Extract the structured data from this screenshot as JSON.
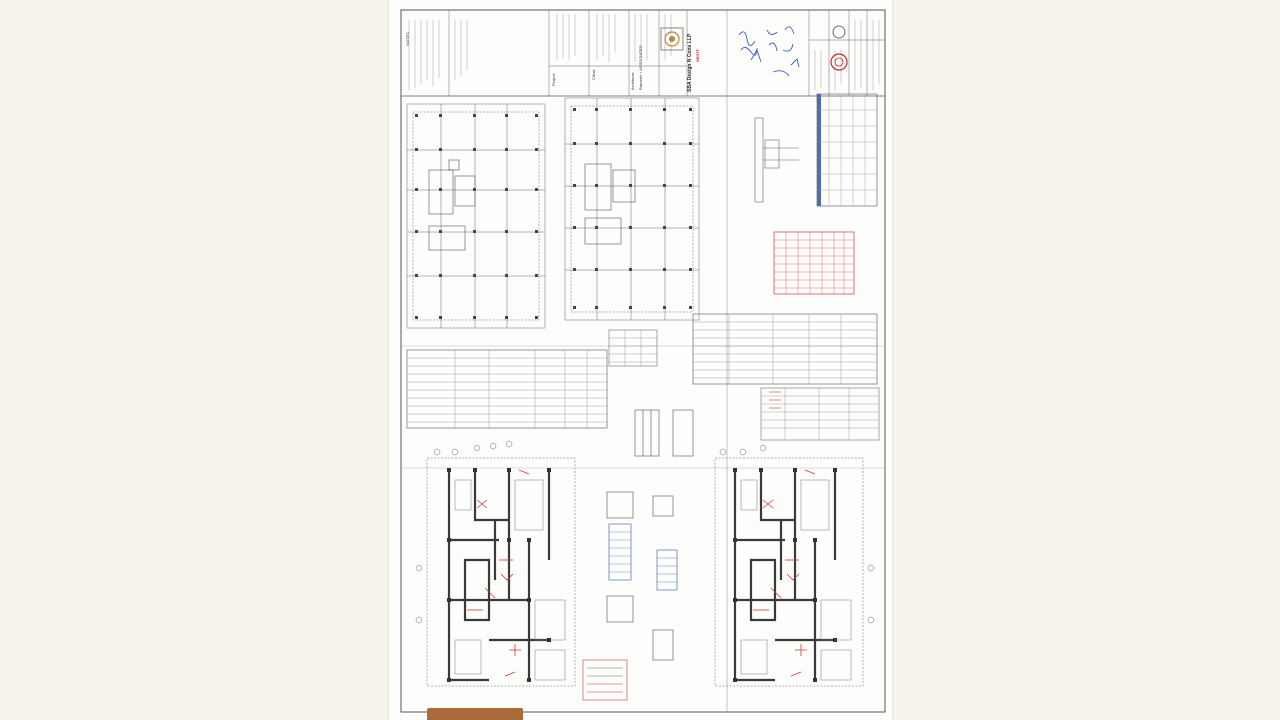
{
  "sheet": {
    "title_block": {
      "notes_heading": "NOTES",
      "project_label": "Project",
      "client_label": "Client",
      "architects_label": "Architects",
      "architects_name": "Ramesh + ASSOCIATES",
      "firm": "SBA Design N Cons LLP",
      "stamp": "SENTT"
    }
  },
  "colors": {
    "paper": "#fdfdfc",
    "line": "#6b6b6b",
    "wall": "#3a3a3a",
    "redline": "#d0393b",
    "blue_ink": "#3a5fb8",
    "tape": "#a96a3c"
  }
}
